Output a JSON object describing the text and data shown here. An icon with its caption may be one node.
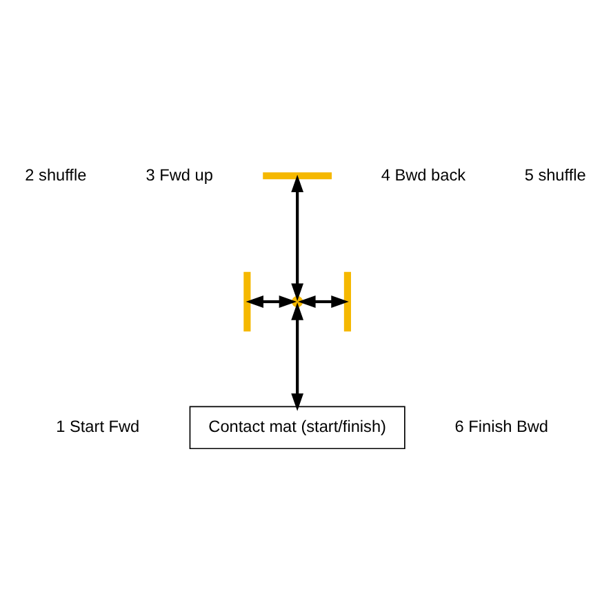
{
  "diagram": {
    "nodes": [
      {
        "text": [],
        "shape": "bar"
      },
      {
        "text": [],
        "shape": "bar"
      },
      {
        "text": [],
        "shape": "point"
      },
      {
        "text": [],
        "shape": "bar"
      },
      {
        "text": [
          "Contact mat (start/finish)"
        ]
      }
    ],
    "edges": [
      {
        "from": 0,
        "to": 2,
        "arrow": "both"
      },
      {
        "from": 1,
        "to": 2,
        "arrow": "both"
      },
      {
        "from": 2,
        "to": 3,
        "arrow": "both"
      },
      {
        "from": 2,
        "to": 4,
        "arrow": "both"
      }
    ],
    "labels": [
      "3 Fwd up",
      "4 Bwd back",
      "2 shuffle",
      "5 shuffle",
      "6 Finish Bwd",
      "1 Start Fwd"
    ]
  }
}
